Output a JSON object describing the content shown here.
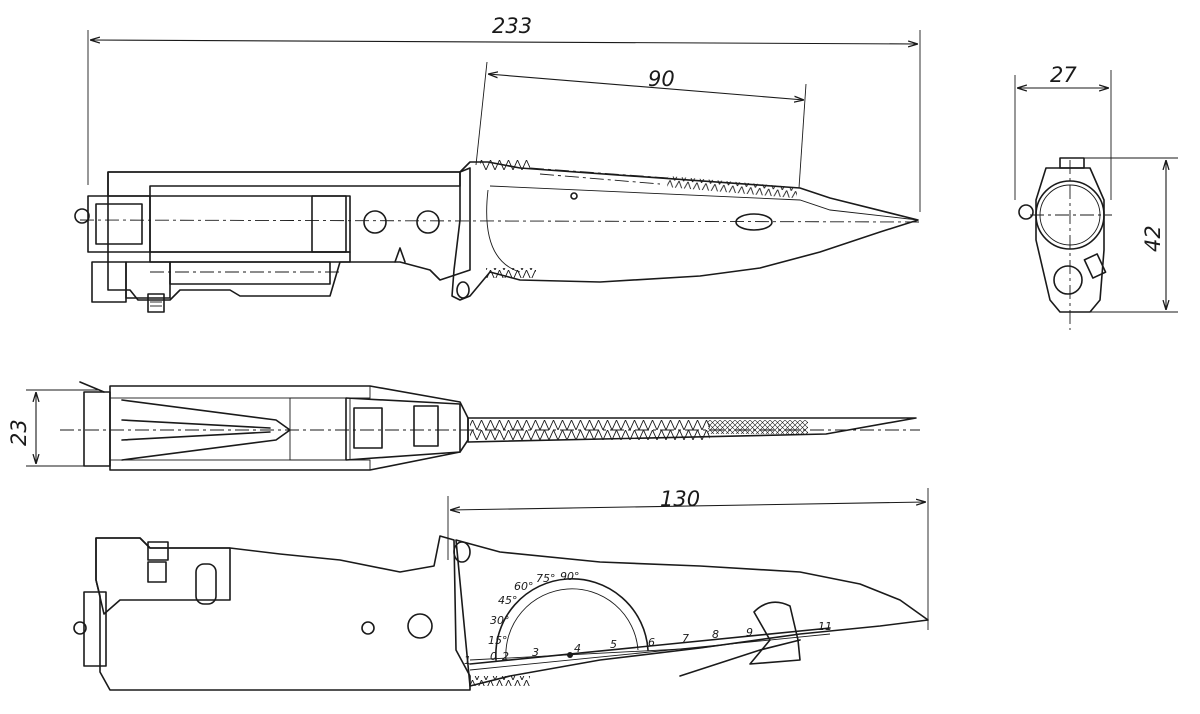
{
  "dimensions": {
    "overall_length": "233",
    "serrated_length": "90",
    "blade_length": "130",
    "pommel_width": "27",
    "pommel_height": "42",
    "thickness": "23"
  },
  "angle_scale": [
    "15°",
    "30°",
    "45°",
    "60°",
    "75°",
    "90°"
  ],
  "ruler_scale": [
    "1",
    "0",
    "2",
    "3",
    "4",
    "5",
    "6",
    "7",
    "8",
    "9",
    "11"
  ],
  "colors": {
    "ink": "#1a1a1a",
    "paper": "#ffffff"
  }
}
